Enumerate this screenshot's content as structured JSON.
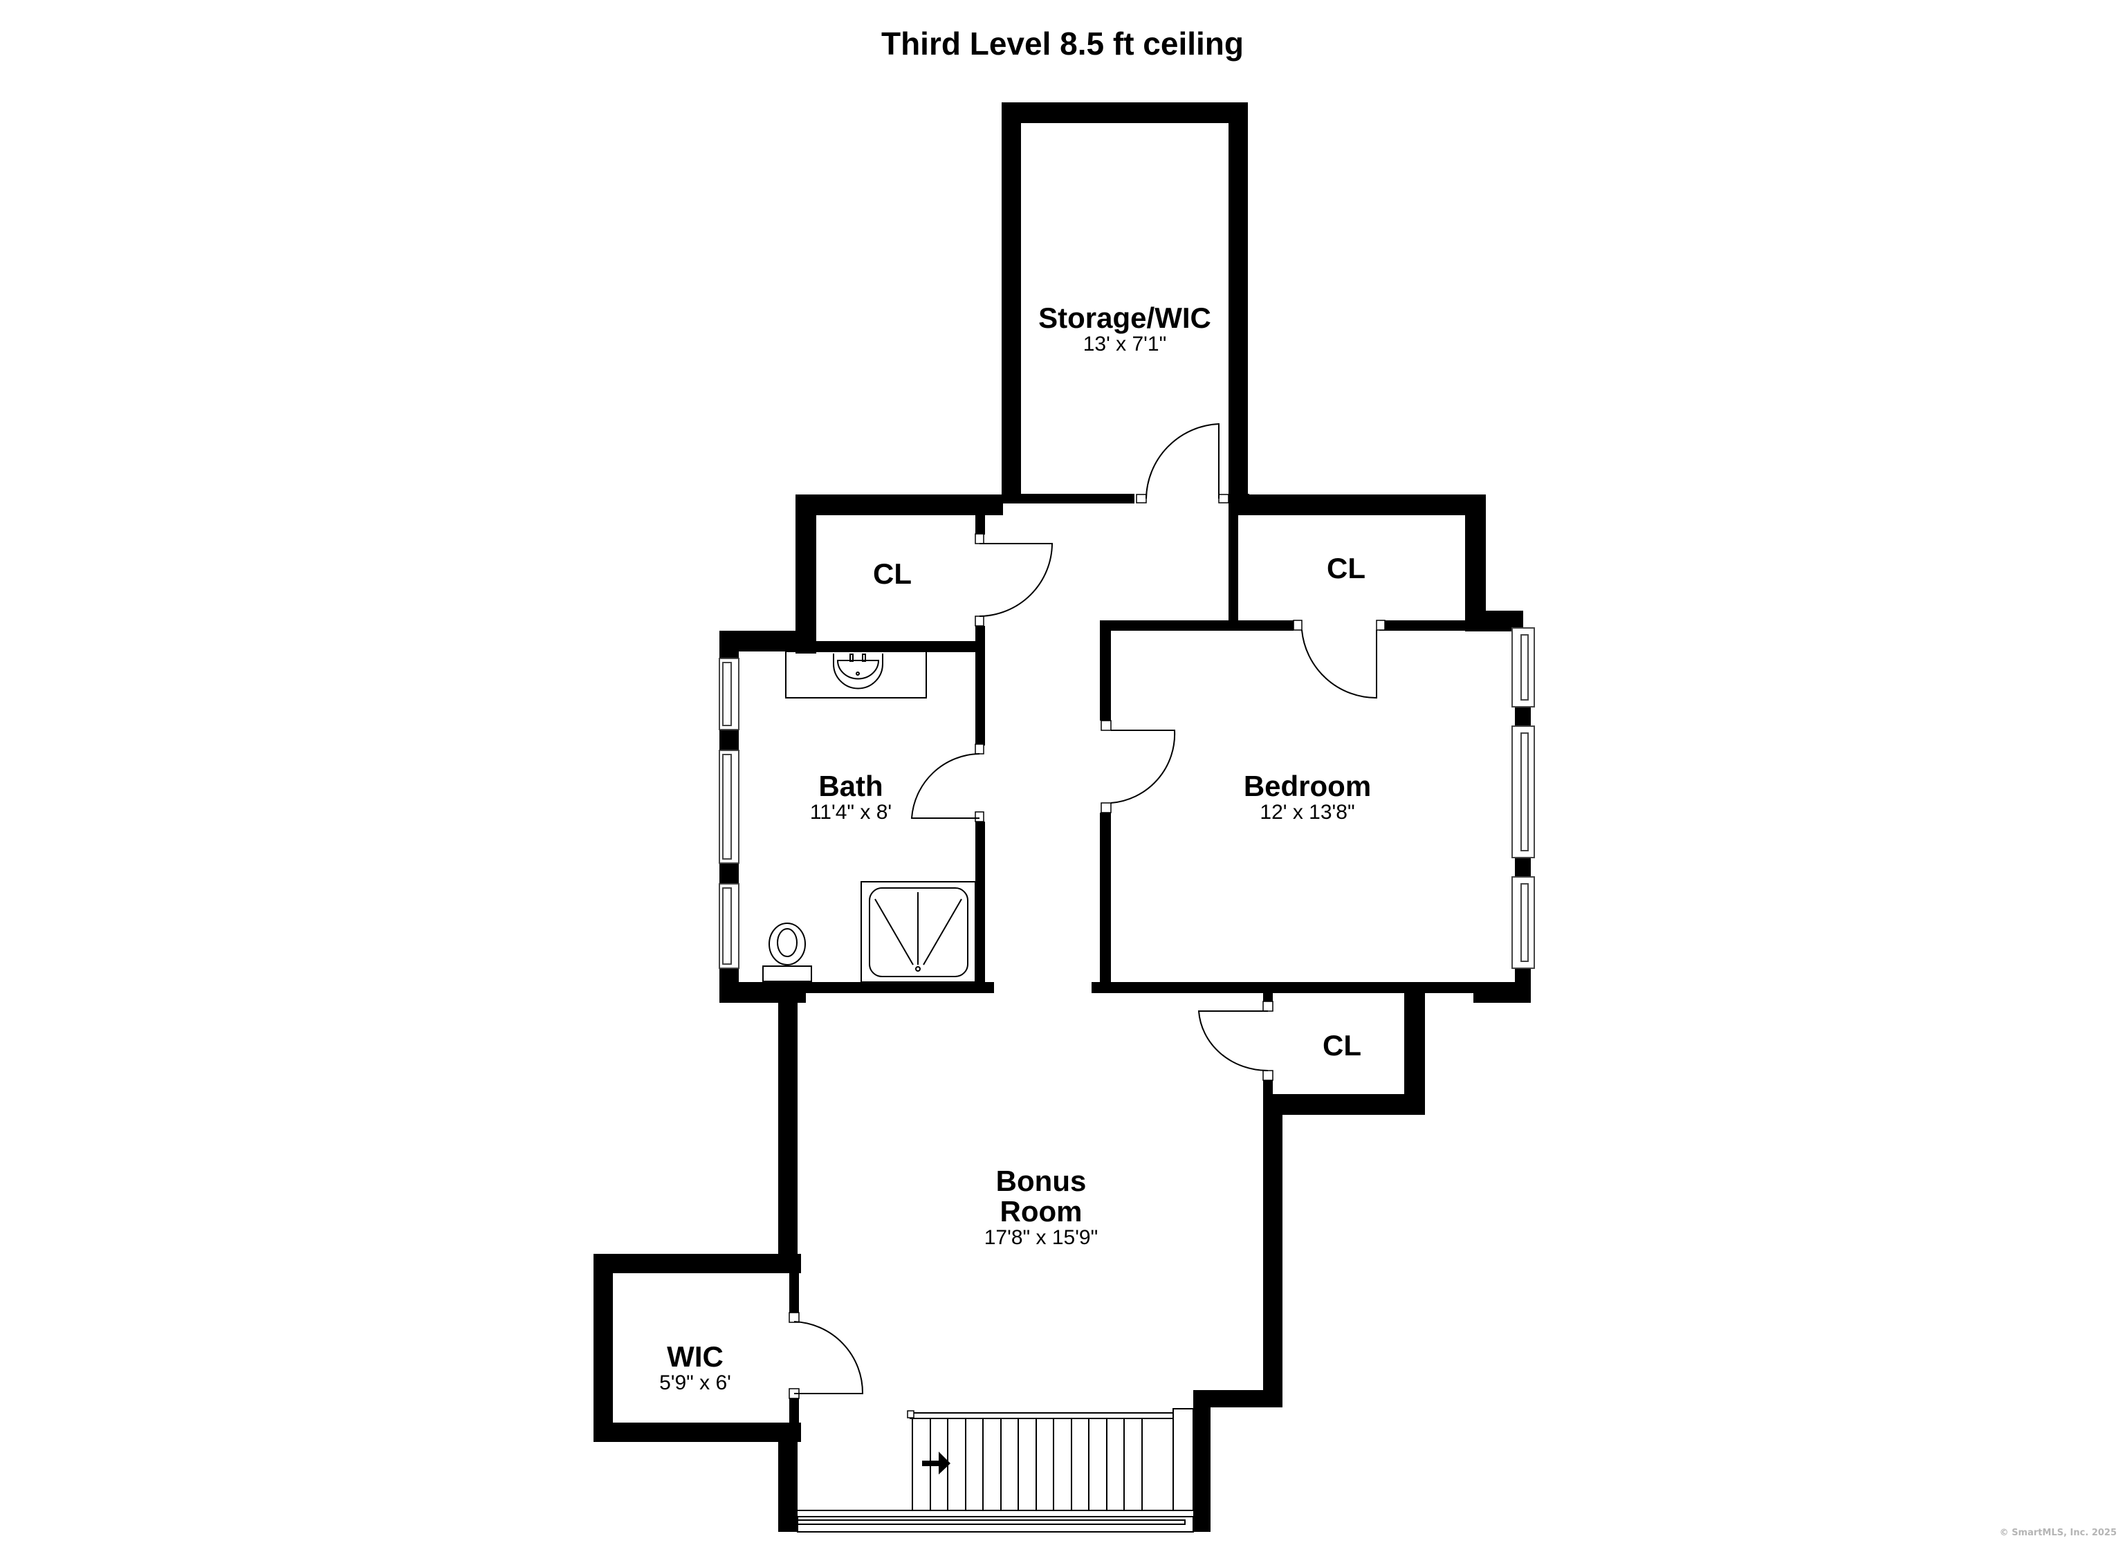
{
  "title": "Third Level 8.5 ft ceiling",
  "copyright": "© SmartMLS, Inc.  2025",
  "rooms": {
    "storage": {
      "name": "Storage/WIC",
      "dim": "13' x 7'1\""
    },
    "cl_top_left": {
      "name": "CL"
    },
    "cl_top_right": {
      "name": "CL"
    },
    "bath": {
      "name": "Bath",
      "dim": "11'4\" x 8'"
    },
    "bedroom": {
      "name": "Bedroom",
      "dim": "12' x 13'8\""
    },
    "cl_lower": {
      "name": "CL"
    },
    "bonus": {
      "name_line1": "Bonus",
      "name_line2": "Room",
      "dim": "17'8\" x 15'9\""
    },
    "wic": {
      "name": "WIC",
      "dim": "5'9\" x 6'"
    }
  },
  "colors": {
    "wall": "#000000",
    "background": "#ffffff",
    "copyright": "#b5b5b5"
  },
  "icons": [
    "door-swing-icon",
    "window-icon",
    "sink-icon",
    "toilet-icon",
    "shower-icon",
    "stairs-icon",
    "stair-direction-arrow-icon"
  ]
}
